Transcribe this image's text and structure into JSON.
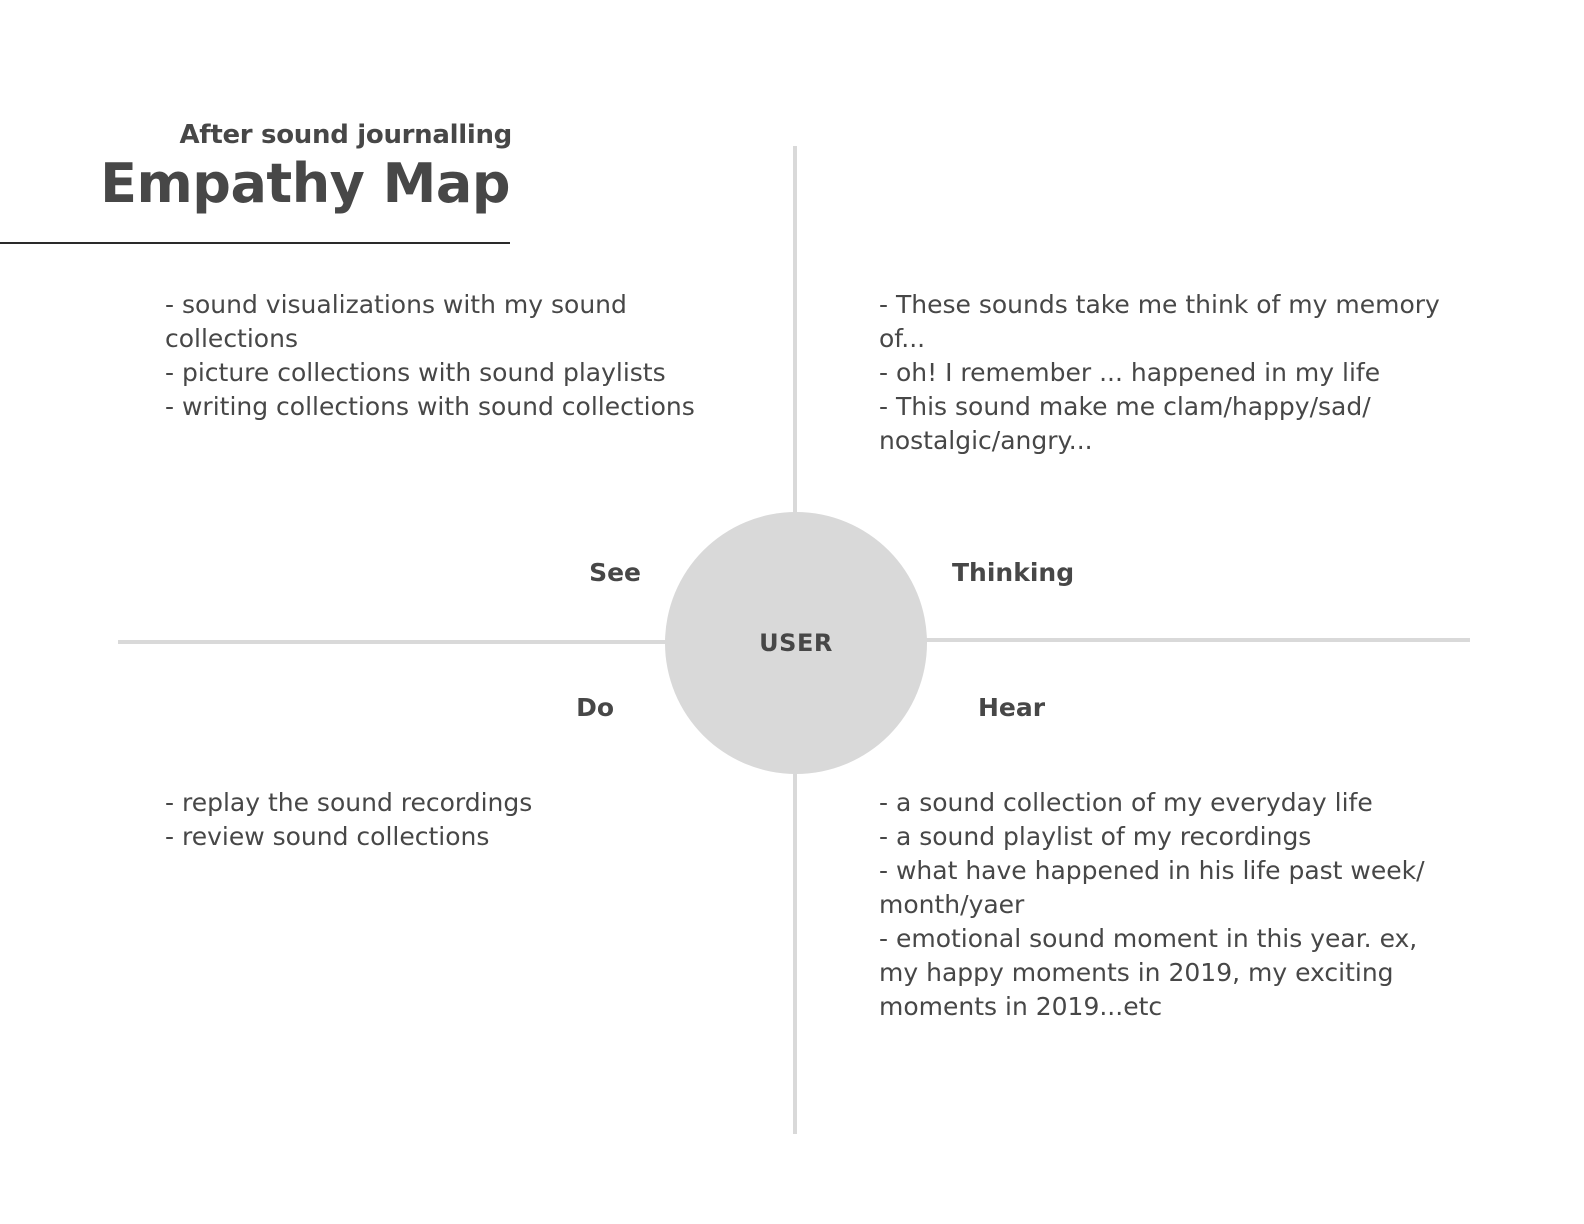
{
  "header": {
    "subtitle": "After sound journalling",
    "title": "Empathy Map"
  },
  "center": {
    "label": "USER"
  },
  "quadrants": {
    "see": {
      "label": "See",
      "items": [
        "- sound visualizations with my sound",
        "collections",
        "- picture collections with sound playlists",
        "- writing collections with sound collections"
      ]
    },
    "thinking": {
      "label": "Thinking",
      "items": [
        "- These sounds take me think of my memory",
        "of...",
        "- oh! I remember ... happened in my life",
        "- This sound make me clam/happy/sad/",
        "nostalgic/angry..."
      ]
    },
    "do": {
      "label": "Do",
      "items": [
        "- replay the sound recordings",
        "- review sound collections"
      ]
    },
    "hear": {
      "label": "Hear",
      "items": [
        "- a sound collection of my everyday life",
        "- a sound playlist of my recordings",
        "- what have happened in his life past week/",
        "month/yaer",
        "- emotional sound moment in this year. ex,",
        "my happy moments in 2019, my exciting",
        "moments in 2019...etc"
      ]
    }
  }
}
